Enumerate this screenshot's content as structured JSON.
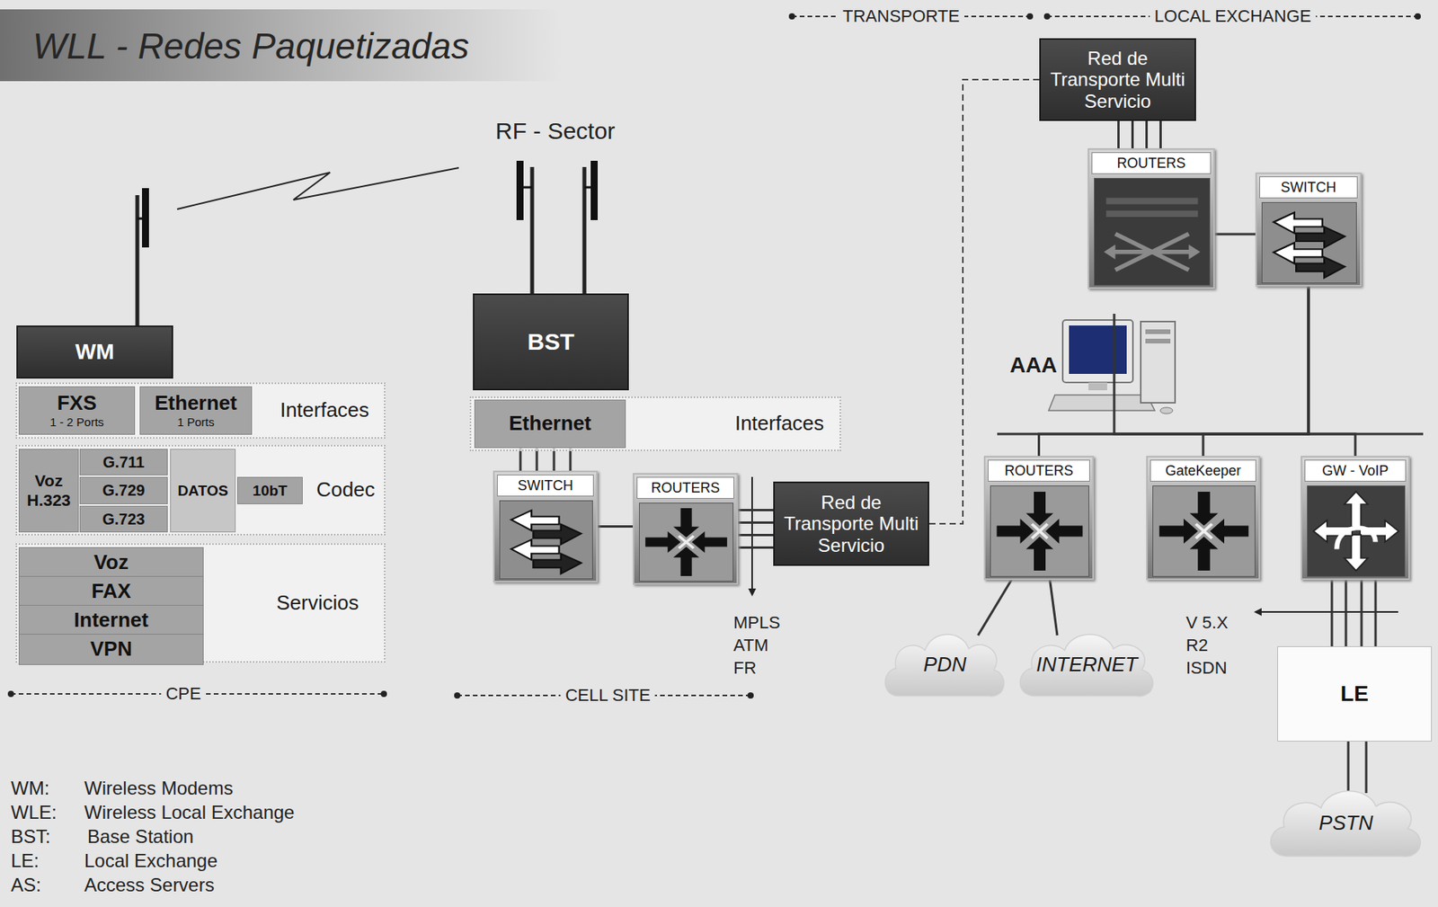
{
  "diagram": {
    "title": "WLL - Redes Paquetizadas",
    "nodes": [
      {
        "text": [
          "WM"
        ]
      },
      {
        "text": [
          "Interfaces"
        ]
      },
      {
        "text": [
          "FXS",
          "1 - 2 Ports"
        ],
        "in": 1
      },
      {
        "text": [
          "Ethernet",
          "1 Ports"
        ],
        "in": 1
      },
      {
        "text": [
          "Codec"
        ]
      },
      {
        "text": [
          "Voz H.323"
        ],
        "in": 4
      },
      {
        "text": [
          "G.711"
        ],
        "in": 4
      },
      {
        "text": [
          "G.729"
        ],
        "in": 4
      },
      {
        "text": [
          "G.723"
        ],
        "in": 4
      },
      {
        "text": [
          "DATOS"
        ],
        "in": 4
      },
      {
        "text": [
          "10bT"
        ],
        "in": 4
      },
      {
        "text": [
          "Servicios"
        ]
      },
      {
        "text": [
          "Voz"
        ],
        "in": 11
      },
      {
        "text": [
          "FAX"
        ],
        "in": 11
      },
      {
        "text": [
          "Internet"
        ],
        "in": 11
      },
      {
        "text": [
          "VPN"
        ],
        "in": 11
      },
      {
        "text": [
          "BST"
        ]
      },
      {
        "text": [
          "Interfaces"
        ]
      },
      {
        "text": [
          "Ethernet"
        ],
        "in": 17
      },
      {
        "text": [
          "SWITCH"
        ]
      },
      {
        "text": [
          "ROUTERS"
        ]
      },
      {
        "text": [
          "Red de Transporte Multi Servicio"
        ]
      },
      {
        "text": [
          "Red de Transporte Multi Servicio"
        ]
      },
      {
        "text": [
          "ROUTERS"
        ]
      },
      {
        "text": [
          "SWITCH"
        ]
      },
      {
        "text": [
          "AAA"
        ]
      },
      {
        "text": [
          "ROUTERS"
        ]
      },
      {
        "text": [
          "GateKeeper"
        ]
      },
      {
        "text": [
          "GW - VoIP"
        ]
      },
      {
        "text": [
          "LE"
        ]
      },
      {
        "text": [
          "PDN"
        ]
      },
      {
        "text": [
          "INTERNET"
        ]
      },
      {
        "text": [
          "PSTN"
        ]
      }
    ],
    "edges": [
      {
        "from": 18,
        "to": 19,
        "arrow": "none"
      },
      {
        "from": 19,
        "to": 20,
        "arrow": "none"
      },
      {
        "from": 20,
        "to": 21,
        "arrow": "none"
      },
      {
        "from": 21,
        "to": 22,
        "arrow": "none"
      },
      {
        "from": 22,
        "to": 23,
        "arrow": "none"
      },
      {
        "from": 23,
        "to": 24,
        "arrow": "none"
      },
      {
        "from": 24,
        "to": 25,
        "arrow": "none"
      },
      {
        "from": 24,
        "to": 26,
        "arrow": "none"
      },
      {
        "from": 24,
        "to": 27,
        "arrow": "none"
      },
      {
        "from": 24,
        "to": 28,
        "arrow": "none"
      },
      {
        "from": 26,
        "to": 30,
        "arrow": "none"
      },
      {
        "from": 26,
        "to": 31,
        "arrow": "none"
      },
      {
        "from": 28,
        "to": 29,
        "arrow": "none"
      },
      {
        "from": 29,
        "to": 32,
        "arrow": "none"
      }
    ],
    "labels": [
      "RF - Sector",
      "MPLS",
      "ATM",
      "FR",
      "V 5.X",
      "R2",
      "ISDN",
      "TRANSPORTE",
      "LOCAL EXCHANGE",
      "CPE",
      "CELL SITE",
      "WM:",
      "Wireless Modems",
      "WLE:",
      "Wireless Local Exchange",
      "BST:",
      "Base Station",
      "LE:",
      "Local Exchange",
      "AS:",
      "Access Servers"
    ]
  }
}
